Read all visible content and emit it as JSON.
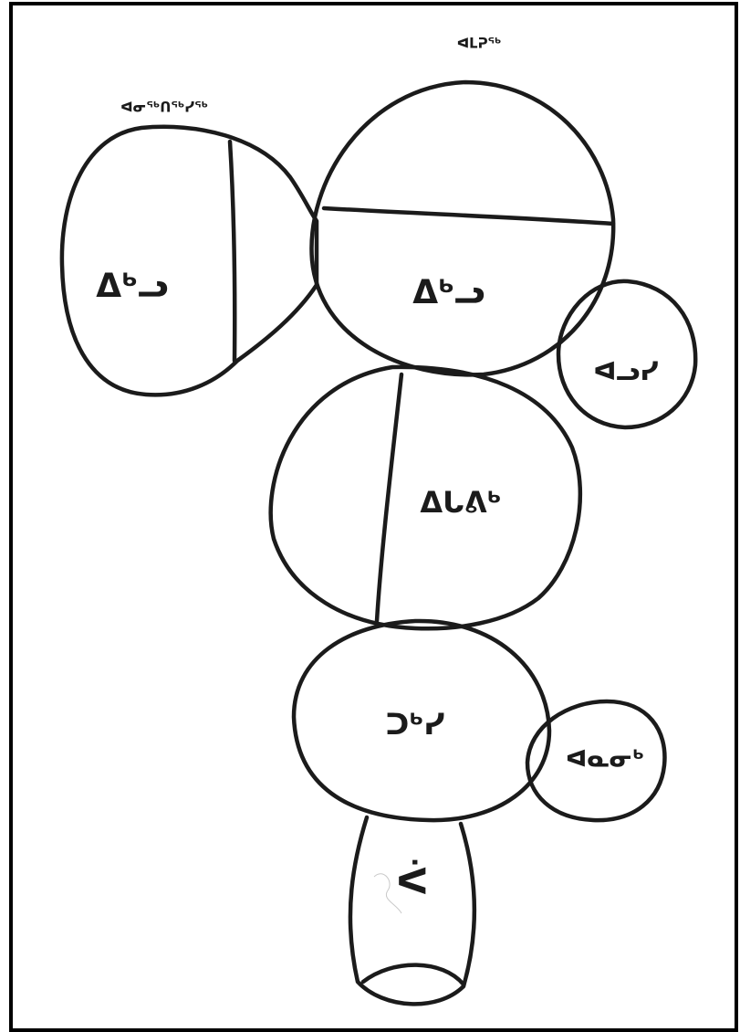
{
  "diagram": {
    "ink_color": "#1b1b1b",
    "background": "#ffffff",
    "labels": {
      "top_head": "ᐊᒪᕈᖅ",
      "left_head": "ᐊᓂᖅᑎᖅᓯᖅ",
      "left_body": "ᐃᒃᓗ",
      "main_body": "ᐃᒃᓗ",
      "small_right_upper": "ᐊᓗᓯ",
      "middle_body": "ᐃᒐᕕᒃ",
      "lower_body": "ᑐᒃᓯ",
      "small_right_lower": "ᐊᓇᓂᒃ",
      "bottom_body": "ᐹ"
    }
  }
}
